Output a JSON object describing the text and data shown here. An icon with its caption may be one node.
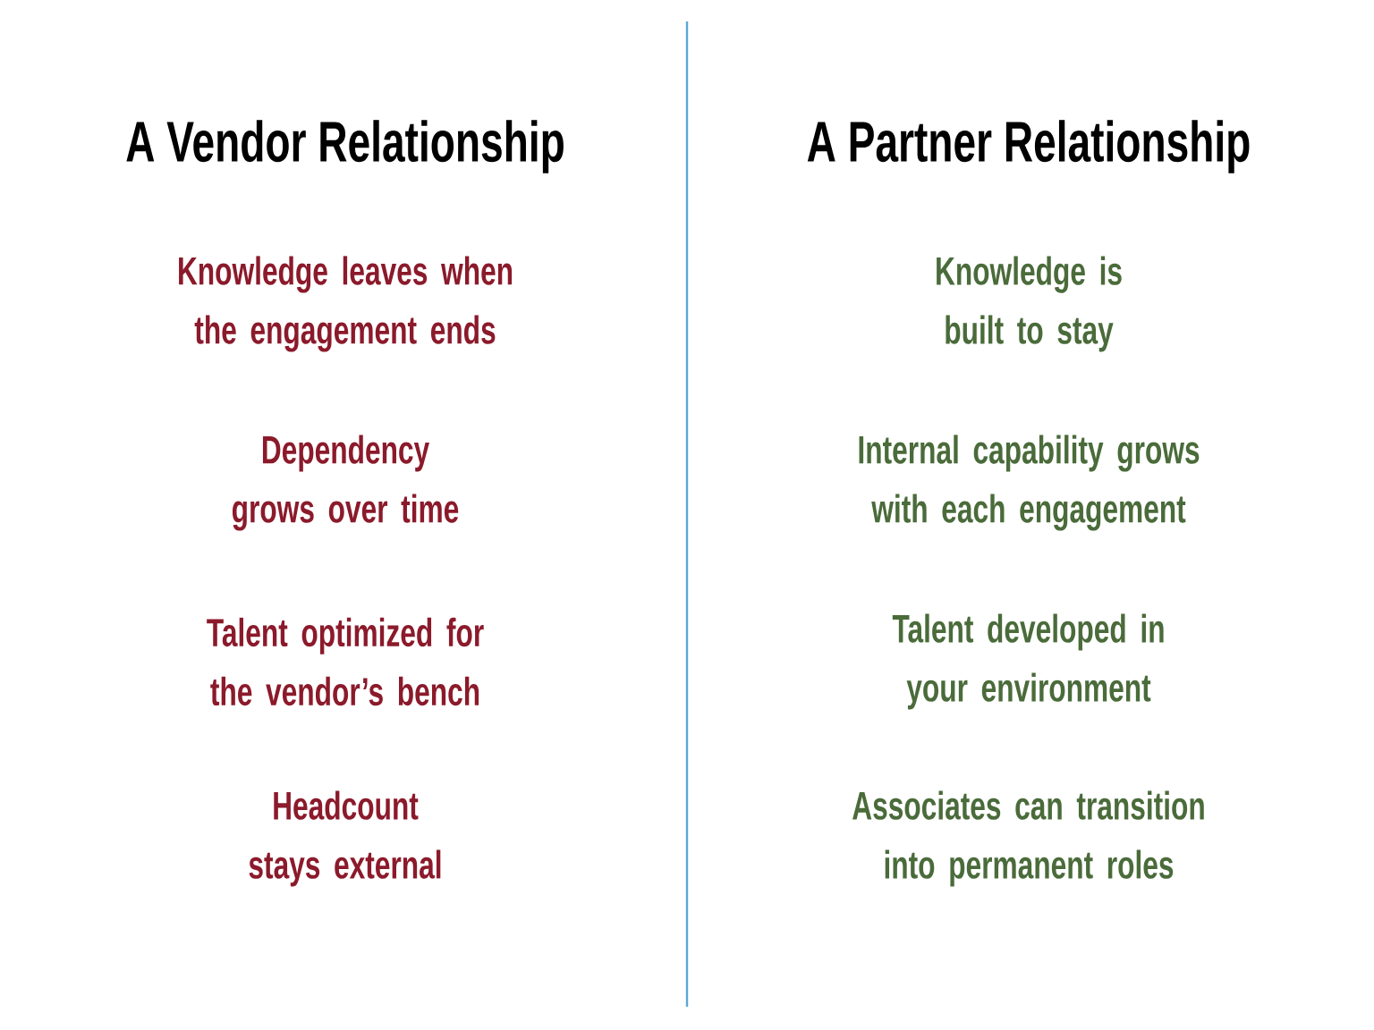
{
  "diagram": {
    "labels": [
      "A Vendor Relationship",
      "Knowledge leaves when the engagement ends",
      "Dependency grows over time",
      "Talent optimized for the vendor’s bench",
      "Headcount stays external",
      "A Partner Relationship",
      "Knowledge is built to stay",
      "Internal capability grows with each engagement",
      "Talent developed in your environment",
      "Associates can transition into permanent roles"
    ]
  }
}
